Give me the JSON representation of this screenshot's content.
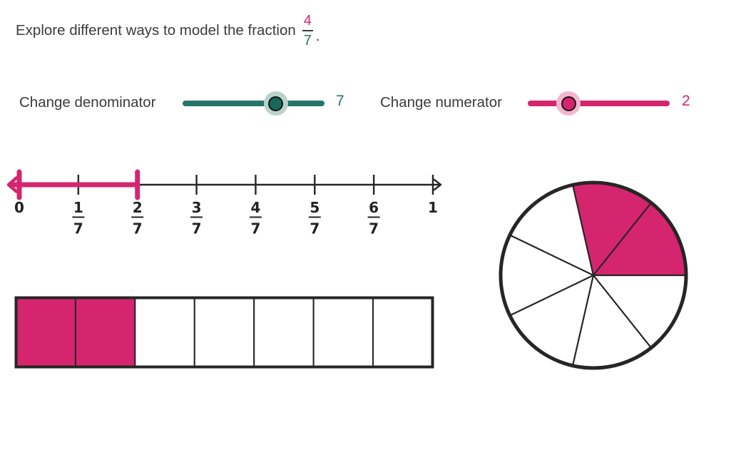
{
  "colors": {
    "pink": "#d6256f",
    "pink_halo": "#f4b6ce",
    "teal": "#24746a",
    "teal_knob": "#15695d",
    "teal_halo": "#b9d3cc",
    "ink": "#262626",
    "text": "#3b3b3b"
  },
  "title": {
    "prefix": "Explore different ways to model the fraction",
    "fraction_numerator": "4",
    "fraction_denominator": "7",
    "suffix": "."
  },
  "sliders": [
    {
      "label": "Change denominator",
      "value": "7",
      "handle_position": 0.658
    },
    {
      "label": "Change numerator",
      "value": "2",
      "handle_position": 0.288
    }
  ],
  "number_line": {
    "labels": [
      "0",
      "1/7",
      "2/7",
      "3/7",
      "4/7",
      "5/7",
      "6/7",
      "1"
    ],
    "highlight_from_tick": 0,
    "highlight_to_tick": 2
  },
  "bar_model": {
    "total_cells": 7,
    "filled_cells": 2
  },
  "pie_model": {
    "total_slices": 7,
    "filled_slices": 2
  }
}
